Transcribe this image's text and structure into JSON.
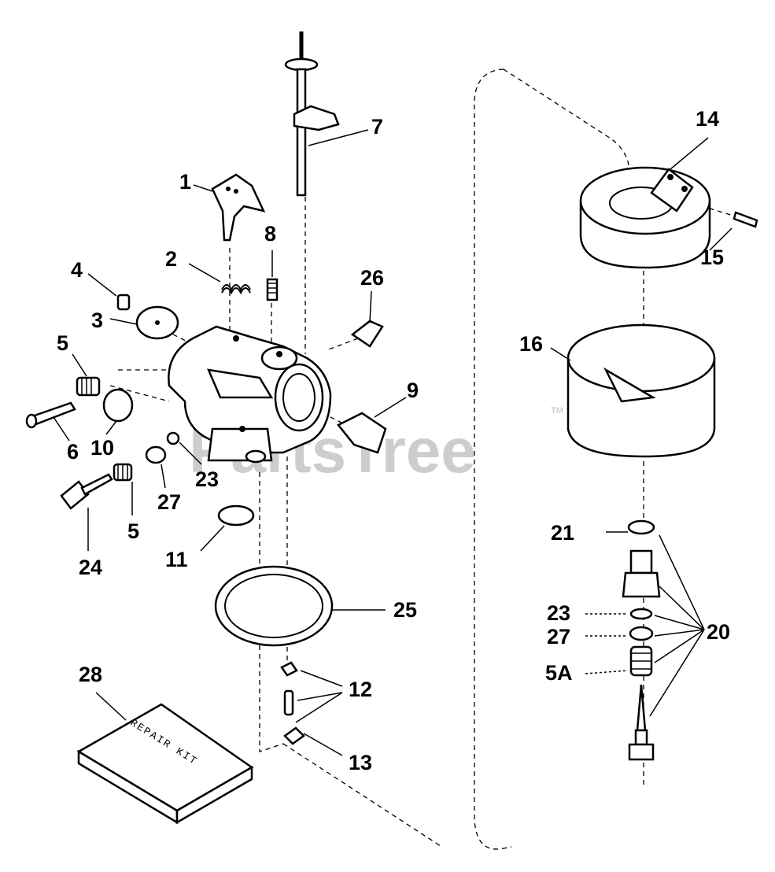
{
  "watermark": {
    "text": "PartsTree",
    "trademark": "TM"
  },
  "repair_kit_text": "REPAIR KIT",
  "callouts": {
    "c1": "1",
    "c2": "2",
    "c3": "3",
    "c4": "4",
    "c5_top": "5",
    "c5_bottom": "5",
    "c6": "6",
    "c7": "7",
    "c8": "8",
    "c9": "9",
    "c10": "10",
    "c11": "11",
    "c12": "12",
    "c13": "13",
    "c14": "14",
    "c15": "15",
    "c16": "16",
    "c20": "20",
    "c21": "21",
    "c23_left": "23",
    "c23_right": "23",
    "c24": "24",
    "c25": "25",
    "c26": "26",
    "c27_left": "27",
    "c27_right": "27",
    "c28": "28",
    "c5a": "5A"
  }
}
